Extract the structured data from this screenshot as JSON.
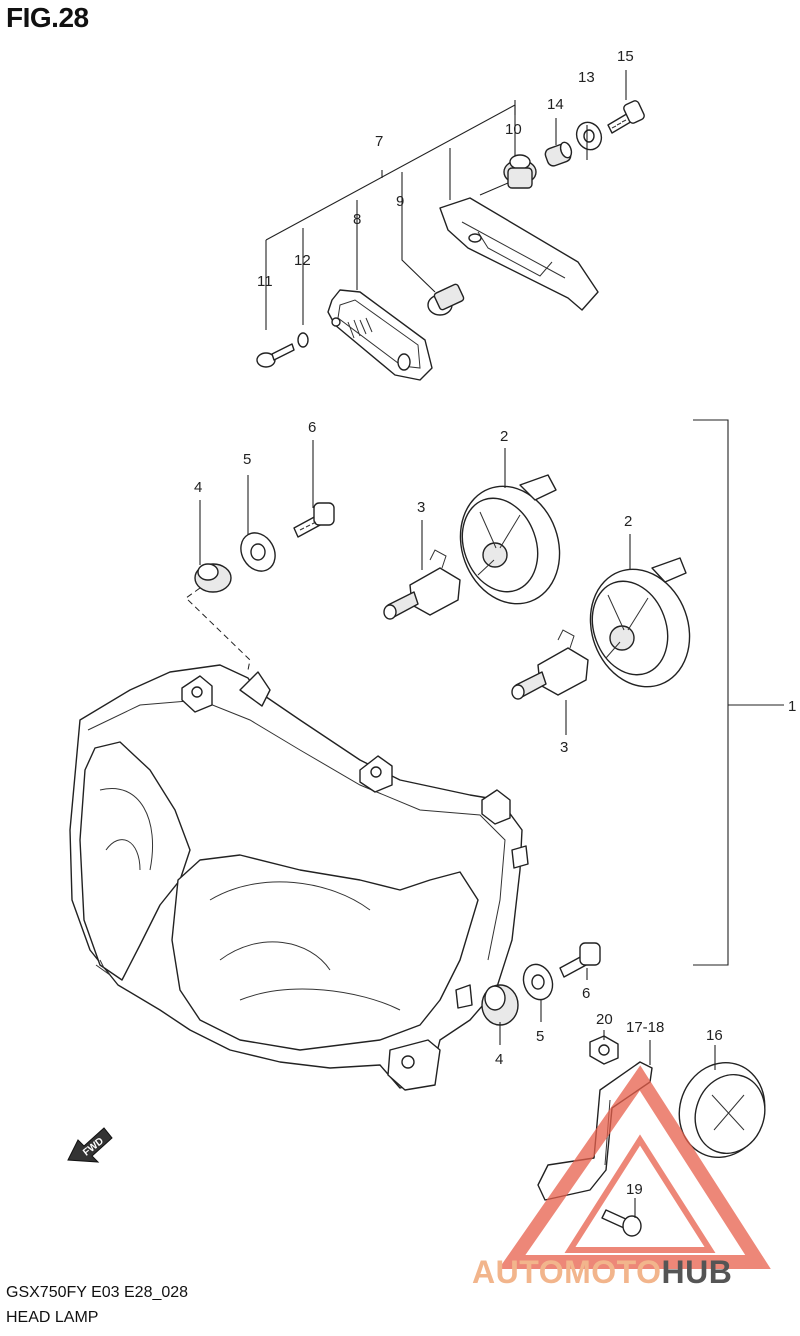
{
  "figure": {
    "title": "FIG.28",
    "model_code": "GSX750FY E03 E28_028",
    "name": "HEAD LAMP"
  },
  "fwd_label": "FWD",
  "callouts": {
    "c1": "1",
    "c2a": "2",
    "c2b": "2",
    "c3a": "3",
    "c3b": "3",
    "c4a": "4",
    "c4b": "4",
    "c5a": "5",
    "c5b": "5",
    "c6a": "6",
    "c6b": "6",
    "c7": "7",
    "c8": "8",
    "c9": "9",
    "c10": "10",
    "c11": "11",
    "c12": "12",
    "c13": "13",
    "c14": "14",
    "c15": "15",
    "c16": "16",
    "c1718": "17-18",
    "c19": "19",
    "c20": "20"
  },
  "watermark": {
    "part1": "AUTO",
    "part2": "MOTO",
    "part3": "HUB",
    "accent_color": "#e8604c"
  }
}
